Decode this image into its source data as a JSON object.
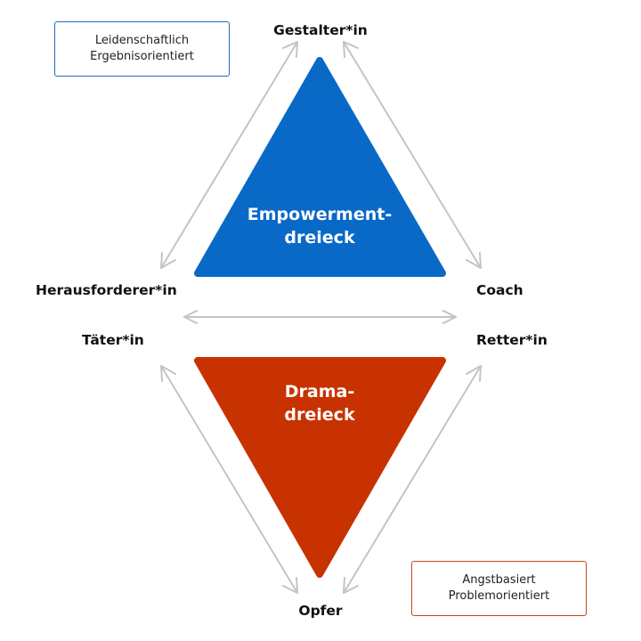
{
  "roles": {
    "top": "Gestalter*in",
    "left_upper": "Herausforderer*in",
    "right_upper": "Coach",
    "left_lower": "Täter*in",
    "right_lower": "Retter*in",
    "bottom": "Opfer"
  },
  "empowerment": {
    "line1": "Empowerment-",
    "line2": "dreieck",
    "color": "#0969c7"
  },
  "drama": {
    "line1": "Drama-",
    "line2": "dreieck",
    "color": "#c83200"
  },
  "box_positive": {
    "line1": "Leidenschaftlich",
    "line2": "Ergebnisorientiert",
    "border_color": "#1f6bbd"
  },
  "box_negative": {
    "line1": "Angstbasiert",
    "line2": "Problemorientiert",
    "border_color": "#c8461e"
  },
  "arrow_color": "#c4c4c4"
}
